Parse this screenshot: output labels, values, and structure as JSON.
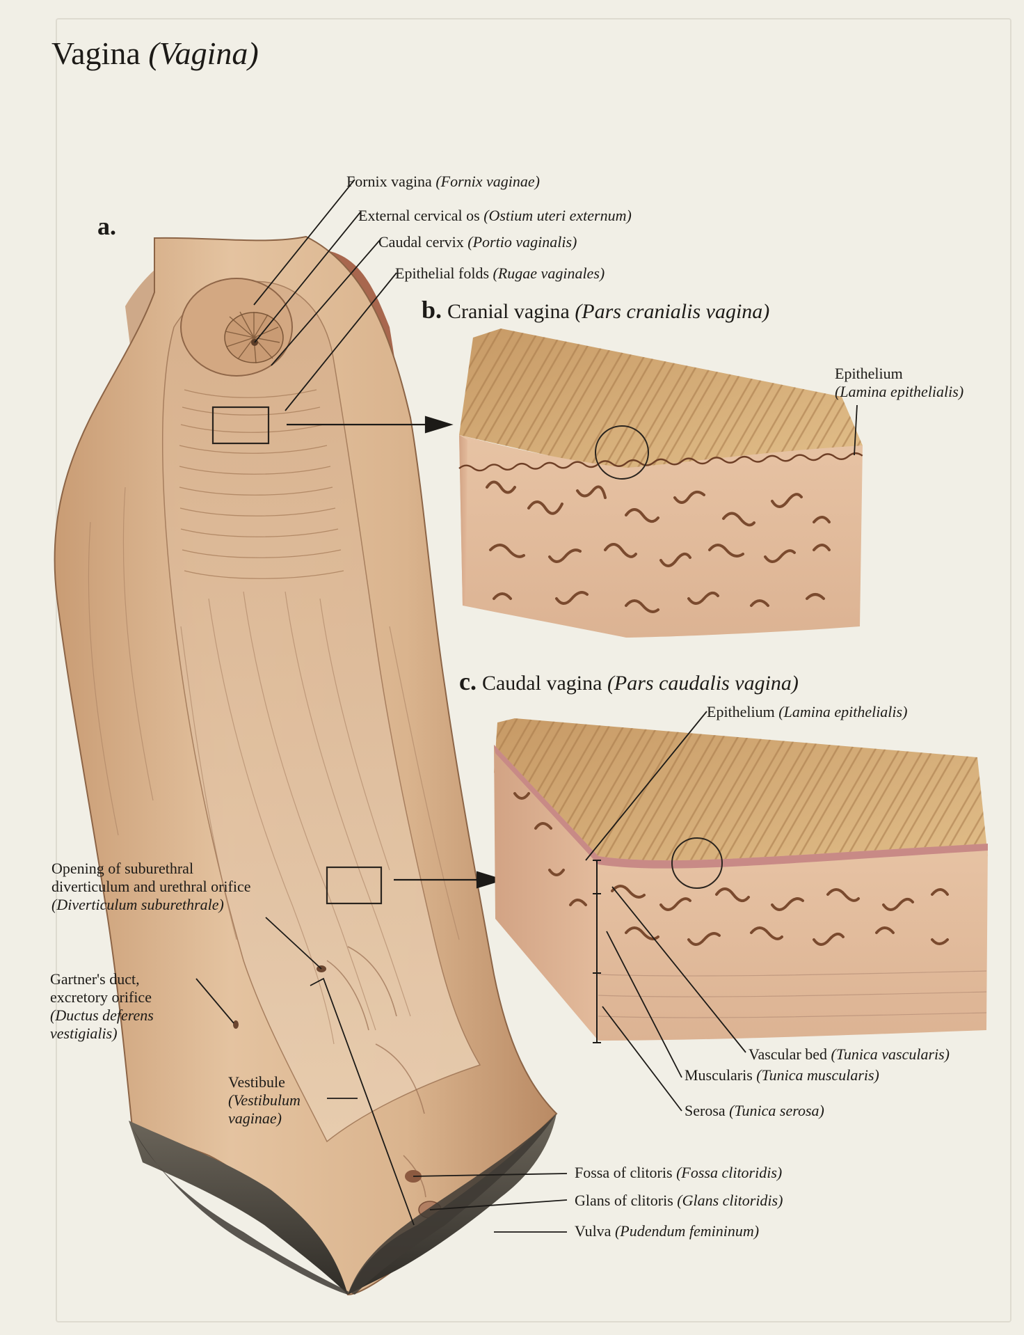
{
  "title": {
    "main": "Vagina",
    "latin": "(Vagina)"
  },
  "panel_a": {
    "letter": "a."
  },
  "panel_b": {
    "letter": "b.",
    "title": "Cranial vagina",
    "latin": "(Pars cranialis vagina)"
  },
  "panel_c": {
    "letter": "c.",
    "title": "Caudal vagina",
    "latin": "(Pars caudalis vagina)"
  },
  "labels": {
    "fornix": {
      "en": "Fornix vagina",
      "la": "(Fornix vaginae)"
    },
    "cervical_os": {
      "en": "External cervical os",
      "la": "(Ostium uteri externum)"
    },
    "caudal_cervix": {
      "en": "Caudal cervix",
      "la": "(Portio vaginalis)"
    },
    "epithelial_folds": {
      "en": "Epithelial folds",
      "la": "(Rugae vaginales)"
    },
    "epithelium_b": {
      "en": "Epithelium",
      "la": "(Lamina epithelialis)"
    },
    "epithelium_c": {
      "en": "Epithelium",
      "la": "(Lamina epithelialis)"
    },
    "suburethral": {
      "line1": "Opening of suburethral",
      "line2": "diverticulum and urethral orifice",
      "la": "(Diverticulum suburethrale)"
    },
    "gartner": {
      "line1": "Gartner's duct,",
      "line2": "excretory orifice",
      "la1": "(Ductus deferens",
      "la2": "vestigialis)"
    },
    "vestibule": {
      "en": "Vestibule",
      "la1": "(Vestibulum",
      "la2": "vaginae)"
    },
    "vascular_bed": {
      "en": "Vascular bed",
      "la": "(Tunica vascularis)"
    },
    "muscularis": {
      "en": "Muscularis",
      "la": "(Tunica muscularis)"
    },
    "serosa": {
      "en": "Serosa",
      "la": "(Tunica serosa)"
    },
    "fossa_clitoris": {
      "en": "Fossa of clitoris",
      "la": "(Fossa clitoridis)"
    },
    "glans_clitoris": {
      "en": "Glans of clitoris",
      "la": "(Glans clitoridis)"
    },
    "vulva": {
      "en": "Vulva",
      "la": "(Pudendum femininum)"
    }
  },
  "colors": {
    "paper": "#f1efe6",
    "tissue": "#dcb48f",
    "tissue_shadow": "#b98b66",
    "section_face": "#e6c6a6",
    "epithelium_top": "#d8b07a",
    "vessels": "#7a4a2e",
    "vulva_dark": "#4e4a43"
  }
}
